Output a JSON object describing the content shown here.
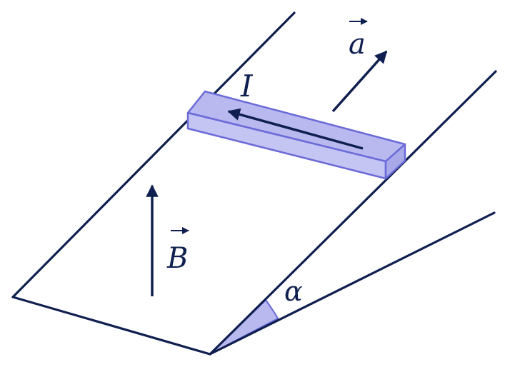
{
  "diagram": {
    "labels": {
      "current": "I",
      "acceleration": "a",
      "field": "B",
      "angle": "α"
    },
    "colors": {
      "line": "#0f1f4f",
      "rod_fill": "#b9b9f0",
      "rod_edge": "#6a6ad8",
      "angle_fill": "#b9b9f0"
    }
  }
}
